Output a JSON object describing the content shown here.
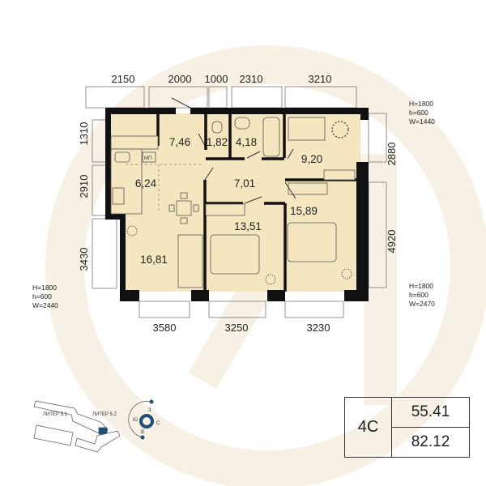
{
  "plan": {
    "dimensions_top": [
      "2150",
      "2000",
      "1000",
      "2310",
      "3210"
    ],
    "dimensions_bottom": [
      "3580",
      "3250",
      "3230"
    ],
    "dimensions_left": [
      "1310",
      "2910",
      "3430"
    ],
    "dimensions_right": [
      "2880",
      "4920"
    ],
    "rooms": [
      {
        "area": "7,46"
      },
      {
        "area": "1,82"
      },
      {
        "area": "4,18"
      },
      {
        "area": "9,20"
      },
      {
        "area": "6,24"
      },
      {
        "area": "7,01"
      },
      {
        "area": "13,51"
      },
      {
        "area": "15,89"
      },
      {
        "area": "16,81"
      }
    ],
    "kitchen_label": "МП",
    "windows": [
      {
        "H": "H=1800",
        "h": "h=600",
        "W": "W=1440"
      },
      {
        "H": "H=1800",
        "h": "h=600",
        "W": "W=2440"
      },
      {
        "H": "H=1800",
        "h": "h=600",
        "W": "W=2470"
      }
    ]
  },
  "site": {
    "building_1": "ЛИТЕР 5.1",
    "building_2": "ЛИТЕР 5.2",
    "compass": {
      "n": "З",
      "s": "В",
      "e": "С",
      "w": "Ю"
    }
  },
  "info": {
    "type": "4С",
    "living_area": "55.41",
    "total_area": "82.12"
  },
  "colors": {
    "floor": "#f4e6bf",
    "wall": "#111111",
    "watermark": "#f6f1e4",
    "accent": "#1f4e79"
  }
}
